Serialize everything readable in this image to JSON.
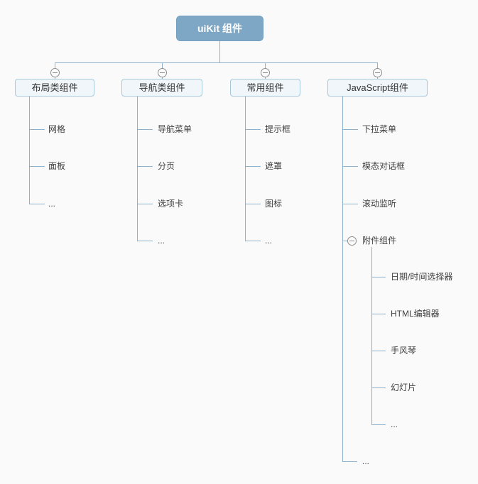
{
  "diagram": {
    "type": "mindmap-tree",
    "background": "#fafafa",
    "colors": {
      "root_fill": "#7da7c4",
      "root_text": "#ffffff",
      "node_fill": "#f0f6f9",
      "node_border": "#a6c8da",
      "node_text": "#333333",
      "leaf_text": "#404040",
      "connector_line": "#8fb2ca",
      "collapse_icon": "#8b8b8b"
    },
    "icons": {
      "collapse": "minus-circle"
    }
  },
  "root": {
    "label": "uiKit 组件"
  },
  "branches": [
    {
      "label": "布局类组件",
      "children": [
        "网格",
        "面板",
        "..."
      ]
    },
    {
      "label": "导航类组件",
      "children": [
        "导航菜单",
        "分页",
        "选项卡",
        "..."
      ]
    },
    {
      "label": "常用组件",
      "children": [
        "提示框",
        "遮罩",
        "图标",
        "..."
      ]
    },
    {
      "label": "JavaScript组件",
      "children": [
        "下拉菜单",
        "模态对话框",
        "滚动监听"
      ],
      "subgroup": {
        "label": "附件组件",
        "children": [
          "日期/时间选择器",
          "HTML编辑器",
          "手风琴",
          "幻灯片",
          "..."
        ]
      },
      "tail": "..."
    }
  ]
}
